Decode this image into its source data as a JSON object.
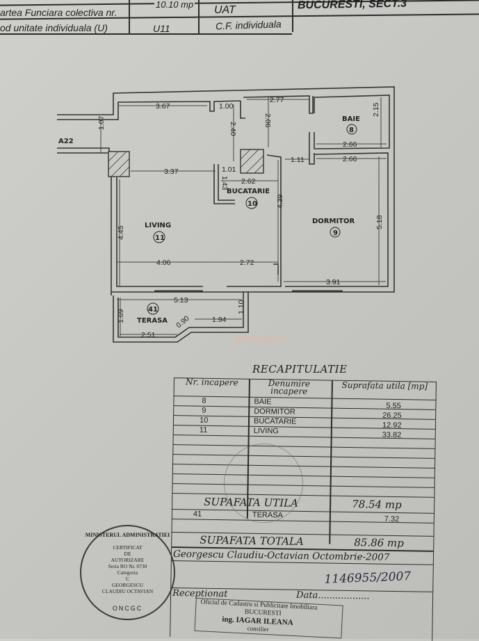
{
  "header": {
    "row0": {
      "value": "10.10 mp"
    },
    "row1": {
      "label": "artea Funciara colectiva nr.",
      "uat_label": "UAT",
      "uat_value": "BUCURESTI, SECT.3"
    },
    "row2": {
      "label": "od unitate individuala (U)",
      "value": "U11",
      "cf_label": "C.F. individuala"
    }
  },
  "plan": {
    "rooms": [
      {
        "name": "BAIE",
        "number": "8"
      },
      {
        "name": "BUCATARIE",
        "number": "10"
      },
      {
        "name": "LIVING",
        "number": "11"
      },
      {
        "name": "DORMITOR",
        "number": "9"
      },
      {
        "name": "TERASA",
        "number": "41"
      }
    ],
    "entrance": "A22",
    "dims": [
      "3.67",
      "1.00",
      "2.77",
      "2.06",
      "2.40",
      "2.15",
      "2.66",
      "1.11",
      "2.66",
      "1.07",
      "3.37",
      "1.01",
      "2.62",
      "1.43",
      "4.39",
      "4.45",
      "5.18",
      "4.06",
      "2.72",
      "3.91",
      "5.13",
      "1.69",
      "0.90",
      "1.94",
      "1.10",
      "2.51"
    ],
    "watermark": "ROMANIA"
  },
  "recap": {
    "title": "RECAPITULATIE",
    "col_nr": "Nr. incapere",
    "col_name": "Denumire incapere",
    "col_area": "Suprafata utila [mp]",
    "rows": [
      {
        "nr": "8",
        "name": "BAIE",
        "area": "5.55"
      },
      {
        "nr": "9",
        "name": "DORMITOR",
        "area": "26.25"
      },
      {
        "nr": "10",
        "name": "BUCATARIE",
        "area": "12.92"
      },
      {
        "nr": "11",
        "name": "LIVING",
        "area": "33.82"
      }
    ],
    "util_label": "SUPAFATA UTILA",
    "util_value": "78.54 mp",
    "terrace": {
      "nr": "41",
      "name": "TERASA",
      "area": "7.32"
    },
    "total_label": "SUPAFATA TOTALA",
    "total_value": "85.86 mp",
    "author": "Georgescu Claudiu-Octavian Octombrie-2007",
    "handwritten_number": "1146955/2007",
    "received_label": "Receptionat",
    "date_label": "Data..................",
    "office_stamp": {
      "line1": "Oficiul de Cadastru si Publicitate Imobiliara",
      "line2": "BUCURESTI",
      "line3": "ing. IAGAR ILEANA",
      "line4": "consilier"
    }
  },
  "seal": {
    "ring": "MINISTERUL ADMINISTRATIEI",
    "bottom": "ONCGC",
    "lines": [
      "CERTIFICAT",
      "DE",
      "AUTORIZARE",
      "Seria RO Nr. 0730",
      "Categoria",
      "C",
      "GEORGESCU",
      "CLAUDIU OCTAVIAN"
    ]
  }
}
